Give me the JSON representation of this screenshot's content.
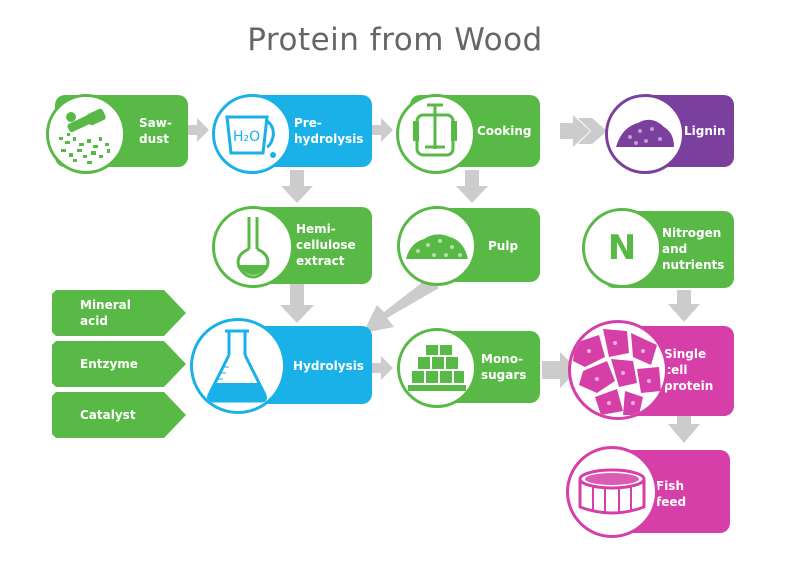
{
  "title": "Protein from Wood",
  "colors": {
    "green": "#59b947",
    "blue": "#1ab0e8",
    "purple": "#7b3f9e",
    "pink": "#d63fa7",
    "arrow": "#cccccc",
    "title": "#666666"
  },
  "nodes": {
    "sawdust": {
      "label": "Saw-\ndust",
      "icon": "chainsaw-icon"
    },
    "prehydrolysis": {
      "label": "Pre-\nhydrolysis",
      "icon": "water-beaker-icon",
      "icon_text": "H₂O"
    },
    "cooking": {
      "label": "Cooking",
      "icon": "reactor-vessel-icon"
    },
    "lignin": {
      "label": "Lignin",
      "icon": "lignin-pile-icon"
    },
    "hemicellulose": {
      "label": "Hemi-\ncellulose\nextract",
      "icon": "flask-icon"
    },
    "pulp": {
      "label": "Pulp",
      "icon": "pulp-pile-icon"
    },
    "nitrogen": {
      "label": "Nitrogen\nand\nnutrients",
      "icon": "nitrogen-icon",
      "icon_text": "N"
    },
    "hydrolysis": {
      "label": "Hydrolysis",
      "icon": "erlenmeyer-flask-icon"
    },
    "monosugars": {
      "label": "Mono-\nsugars",
      "icon": "sugar-cubes-icon"
    },
    "single_cell_protein": {
      "label": "Single\ncell\nprotein",
      "icon": "cells-icon"
    },
    "fish_feed": {
      "label": "Fish\nfeed",
      "icon": "feed-tank-icon"
    }
  },
  "inputs": [
    {
      "label": "Mineral\nacid"
    },
    {
      "label": "Entzyme"
    },
    {
      "label": "Catalyst"
    }
  ],
  "edges": [
    [
      "sawdust",
      "prehydrolysis"
    ],
    [
      "prehydrolysis",
      "cooking"
    ],
    [
      "cooking",
      "lignin"
    ],
    [
      "prehydrolysis",
      "hemicellulose"
    ],
    [
      "cooking",
      "pulp"
    ],
    [
      "hemicellulose",
      "hydrolysis"
    ],
    [
      "pulp",
      "hydrolysis"
    ],
    [
      "hydrolysis",
      "monosugars"
    ],
    [
      "monosugars",
      "single_cell_protein"
    ],
    [
      "nitrogen",
      "single_cell_protein"
    ],
    [
      "single_cell_protein",
      "fish_feed"
    ]
  ]
}
